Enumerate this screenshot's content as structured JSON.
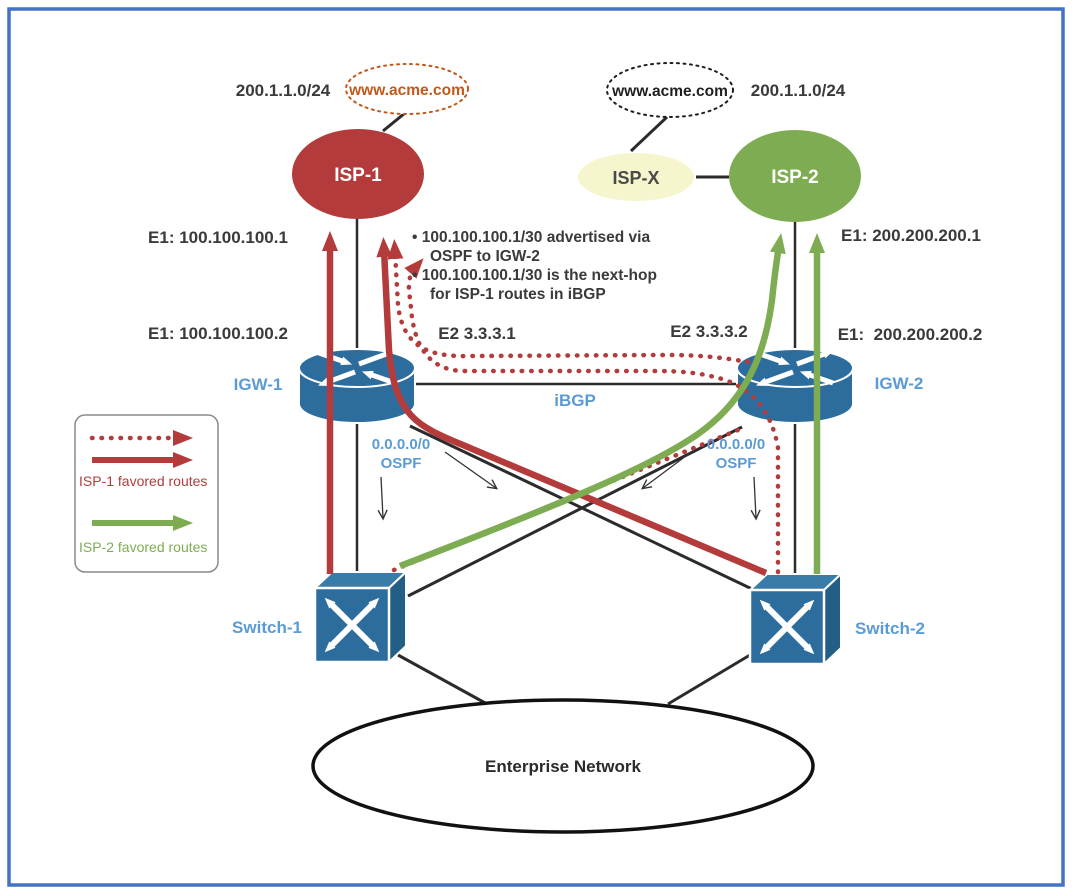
{
  "diagram": {
    "type": "network-topology",
    "colors": {
      "isp1_red": "#b43b3b",
      "isp2_green": "#7eac52",
      "ispx_yellow": "#f6f6ce",
      "device_blue": "#2d6d9d",
      "label_blue": "#5b9bd5",
      "acme_orange": "#c0591b",
      "frame_blue": "#4472c4",
      "text_dark": "#3a3a3a"
    },
    "nodes": {
      "acme_left": {
        "label": "www.acme.com"
      },
      "acme_right": {
        "label": "www.acme.com"
      },
      "isp1": {
        "label": "ISP-1"
      },
      "ispx": {
        "label": "ISP-X"
      },
      "isp2": {
        "label": "ISP-2"
      },
      "igw1": {
        "label": "IGW-1"
      },
      "igw2": {
        "label": "IGW-2"
      },
      "switch1": {
        "label": "Switch-1"
      },
      "switch2": {
        "label": "Switch-2"
      },
      "enterprise": {
        "label": "Enterprise Network"
      }
    },
    "labels": {
      "prefix_left": "200.1.1.0/24",
      "prefix_right": "200.1.1.0/24",
      "isp1_e1": "E1: 100.100.100.1",
      "igw1_e1": "E1: 100.100.100.2",
      "igw1_e2": "E2 3.3.3.1",
      "igw2_e2": "E2 3.3.3.2",
      "isp2_e1": "E1: 200.200.200.1",
      "igw2_e1": "E1:  200.200.200.2",
      "ibgp": "iBGP",
      "ospf_left1": "0.0.0.0/0",
      "ospf_left2": "OSPF",
      "ospf_right1": "0.0.0.0/0",
      "ospf_right2": "OSPF"
    },
    "notes": {
      "line1": "• 100.100.100.1/30 advertised via",
      "line2": "OSPF to IGW-2",
      "line3": "• 100.100.100.1/30 is the next-hop",
      "line4": "for ISP-1 routes in iBGP"
    },
    "legend": {
      "isp1_routes": "ISP-1 favored routes",
      "isp2_routes": "ISP-2 favored routes"
    }
  }
}
